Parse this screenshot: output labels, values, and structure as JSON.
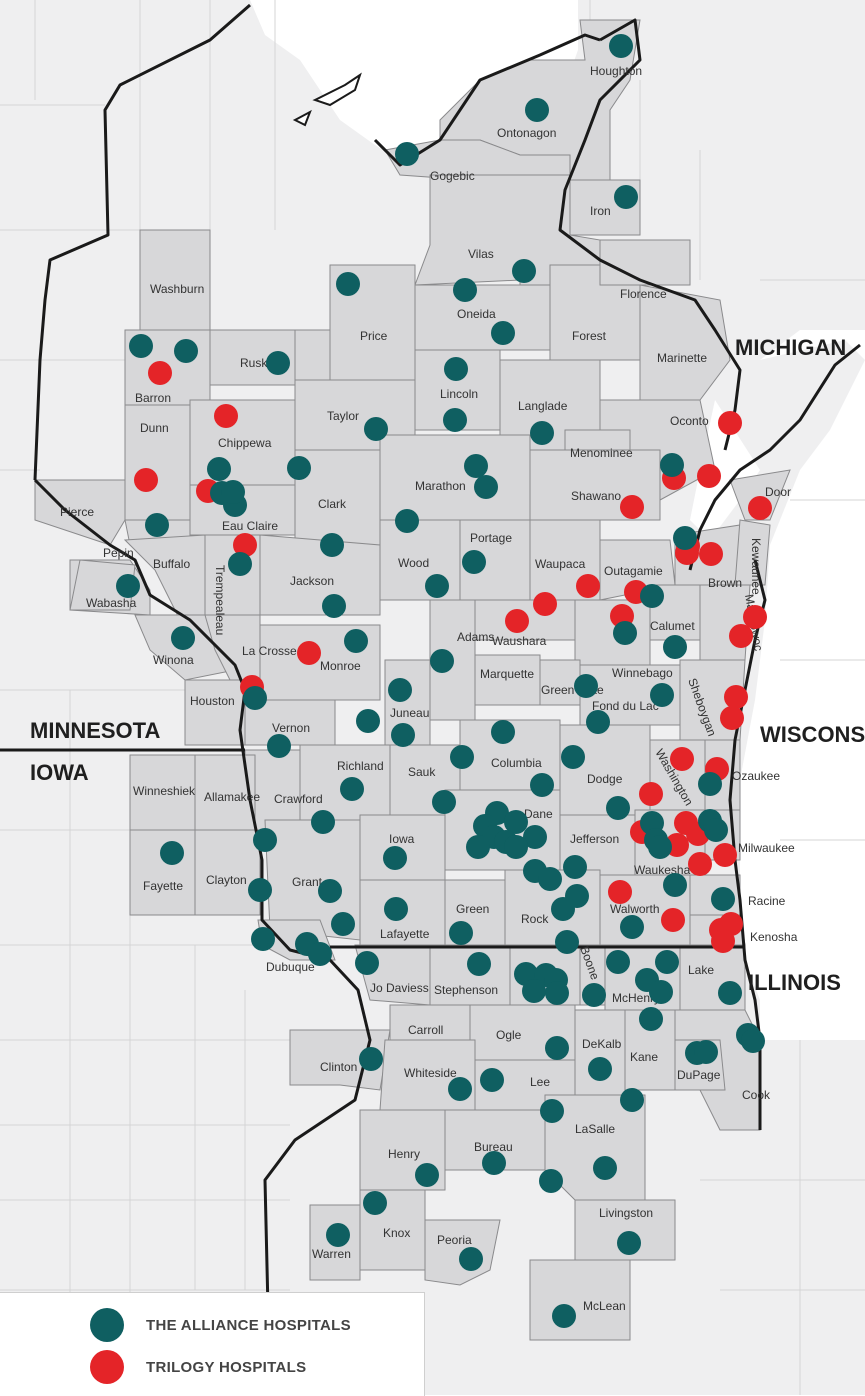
{
  "colors": {
    "alliance": "#0f5f61",
    "trilogy": "#e42428",
    "service_area_fill": "#d7d7d9",
    "background_fill": "#efeff0",
    "border": "#1a1a1a"
  },
  "states": [
    "MICHIGAN",
    "MINNESOTA",
    "IOWA",
    "WISCONSIN",
    "ILLINOIS"
  ],
  "counties": [
    "Houghton",
    "Ontonagon",
    "Gogebic",
    "Iron",
    "Vilas",
    "Washburn",
    "Florence",
    "Price",
    "Oneida",
    "Forest",
    "Marinette",
    "Rusk",
    "Barron",
    "Lincoln",
    "Taylor",
    "Langlade",
    "Chippewa",
    "Dunn",
    "Menominee",
    "Oconto",
    "Marathon",
    "Clark",
    "Shawano",
    "Door",
    "Pierce",
    "Eau Claire",
    "Pepin",
    "Buffalo",
    "Portage",
    "Wood",
    "Waupaca",
    "Outagamie",
    "Kewaunee",
    "Brown",
    "Trempealeau",
    "Jackson",
    "Wabasha",
    "Adams",
    "Waushara",
    "Calumet",
    "Manitowoc",
    "Winona",
    "La Crosse",
    "Monroe",
    "Marquette",
    "Winnebago",
    "Houston",
    "Green Lake",
    "Fond du Lac",
    "Sheboygan",
    "Vernon",
    "Juneau",
    "Columbia",
    "Richland",
    "Sauk",
    "Winneshiek",
    "Allamakee",
    "Crawford",
    "Dodge",
    "Washington",
    "Ozaukee",
    "Dane",
    "Iowa",
    "Jefferson",
    "Fayette",
    "Milwaukee",
    "Clayton",
    "Grant",
    "Waukesha",
    "Green",
    "Rock",
    "Walworth",
    "Racine",
    "Lafayette",
    "Kenosha",
    "Dubuque",
    "Jo Daviess",
    "Stephenson",
    "Boone",
    "McHenry",
    "Lake",
    "Carroll",
    "Ogle",
    "DeKalb",
    "Kane",
    "Clinton",
    "Whiteside",
    "Lee",
    "DuPage",
    "Cook",
    "LaSalle",
    "Henry",
    "Bureau",
    "Livingston",
    "Knox",
    "Peoria",
    "Warren",
    "McLean"
  ],
  "legend": {
    "alliance_label": "THE ALLIANCE HOSPITALS",
    "trilogy_label": "TRILOGY HOSPITALS"
  }
}
